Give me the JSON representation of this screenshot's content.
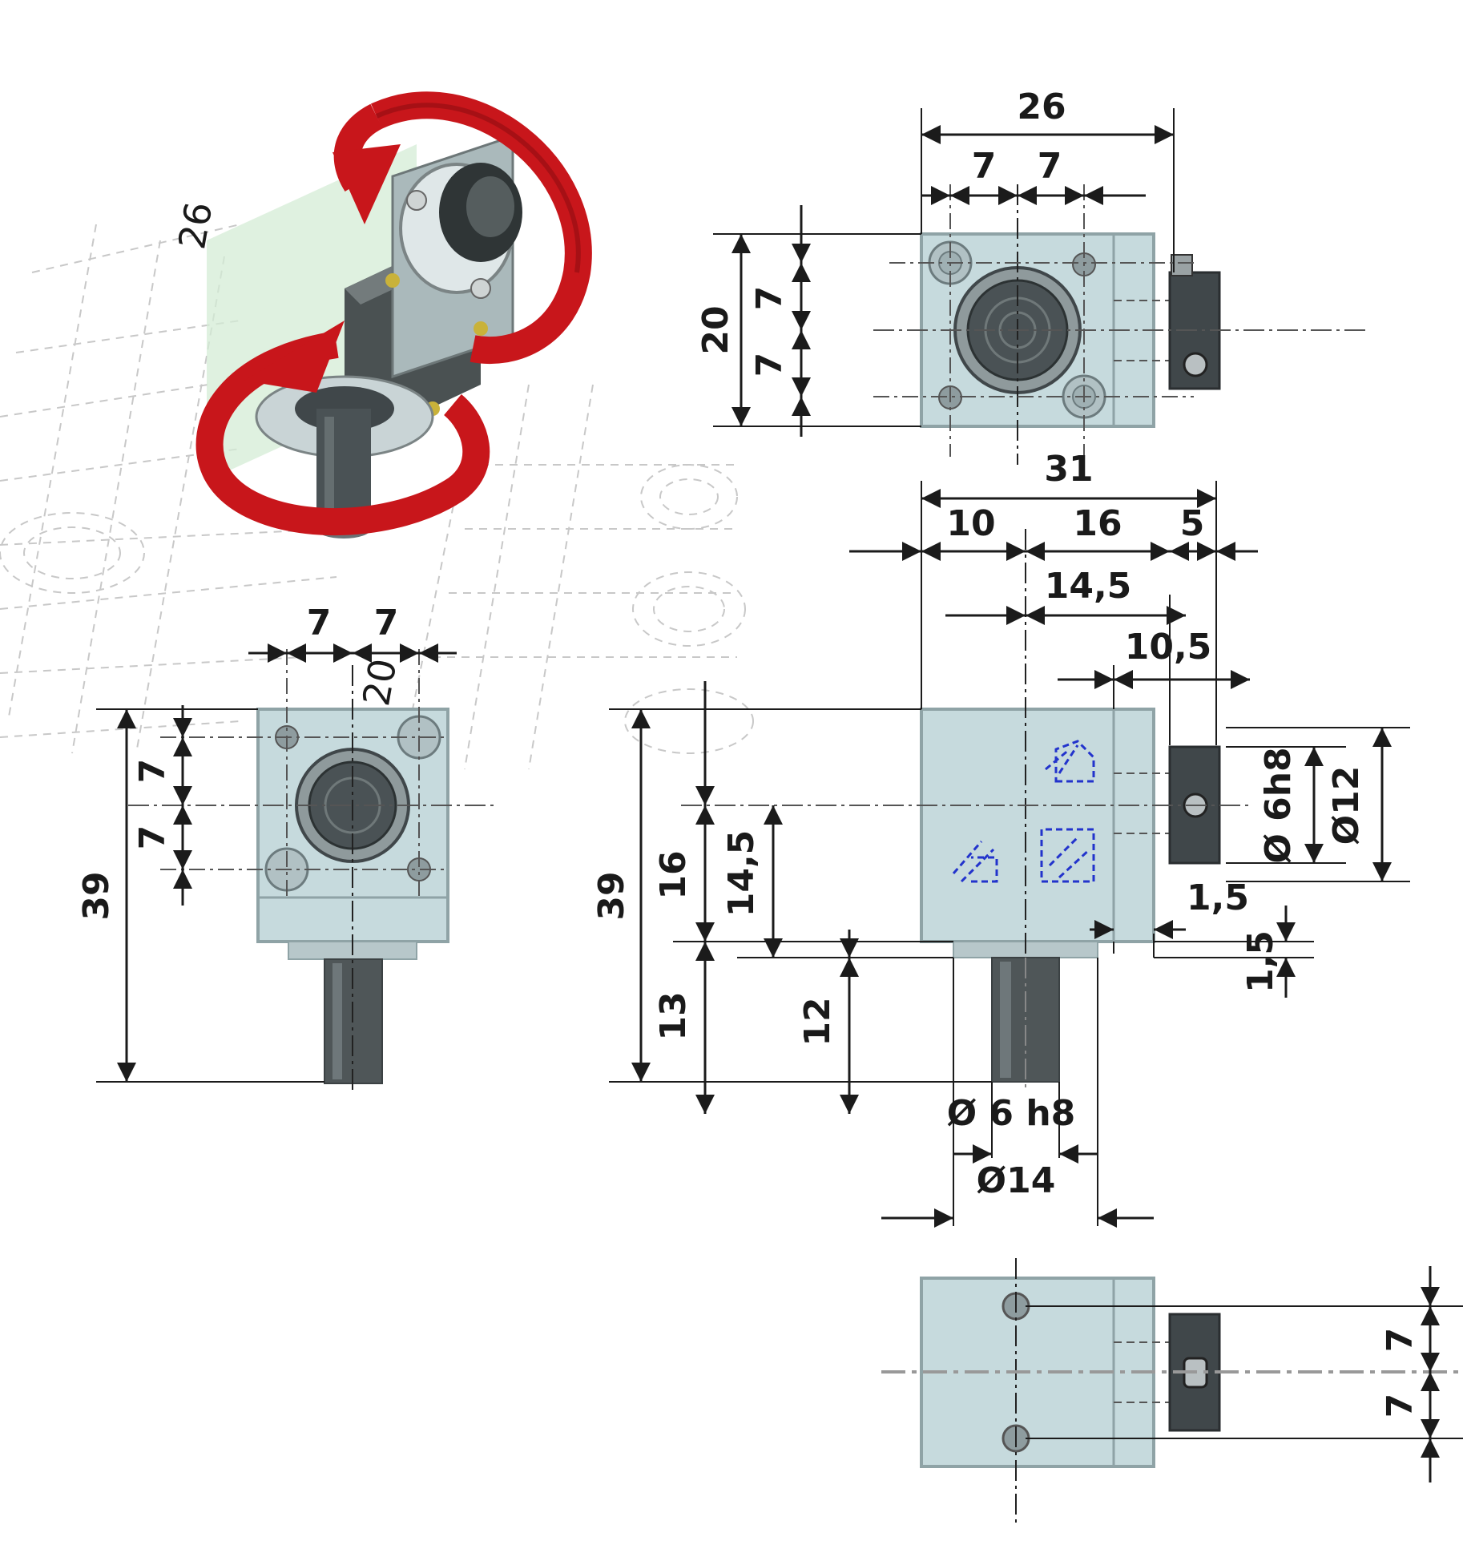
{
  "colors": {
    "body": "#c6dadd",
    "body_stroke": "#8fa3a6",
    "shaft": "#4f5658",
    "hub": "#3b4143",
    "line": "#1b1b1b",
    "arrow_red": "#c8161b",
    "hidden_blue": "#2233cc",
    "ghost": "#bfbfbf"
  },
  "dimensions": {
    "top_view": {
      "overall_width": "26",
      "left_7": "7",
      "right_7": "7",
      "height_20": "20",
      "upper_7": "7",
      "lower_7": "7"
    },
    "front_view": {
      "width_31": "31",
      "seg_10": "10",
      "seg_16": "16",
      "seg_5": "5",
      "len_14_5": "14,5",
      "len_10_5": "10,5",
      "dia_6h8": "Ø 6h8",
      "dia_12": "Ø12",
      "gap_1_5_h": "1,5",
      "gap_1_5_v": "1,5",
      "height_39": "39",
      "height_16": "16",
      "height_14_5": "14,5",
      "height_13": "13",
      "height_12": "12",
      "shaft_dia_6h8": "Ø 6 h8",
      "flange_dia_14": "Ø14"
    },
    "side_view": {
      "left_7": "7",
      "right_7": "7",
      "height_39": "39",
      "upper_7": "7",
      "lower_7": "7"
    },
    "bottom_view": {
      "upper_7": "7",
      "lower_7": "7"
    },
    "ghost_3d": {
      "label_26": "26",
      "label_20": "20"
    }
  }
}
